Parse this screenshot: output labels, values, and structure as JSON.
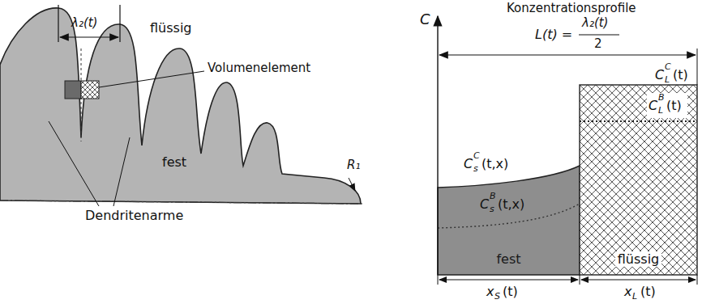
{
  "diagram": {
    "title": "Konzentrationsprofile",
    "nodes": [
      {
        "text": [
          "fest"
        ]
      },
      {
        "text": [
          "flüssig"
        ]
      }
    ],
    "labels": [
      "λ₂(t)",
      "flüssig",
      "Volumenelement",
      "fest",
      "Dendritenarme",
      "R₁",
      "C",
      "L(t) =",
      "λ₂(t)",
      "2",
      "C",
      "C",
      "L",
      "(t)",
      "C",
      "B",
      "L",
      "(t)",
      "C",
      "C",
      "s",
      "(t,x)",
      "C",
      "B",
      "s",
      "(t,x)",
      "x",
      "S",
      "(t)",
      "x",
      "L",
      "(t)"
    ]
  }
}
